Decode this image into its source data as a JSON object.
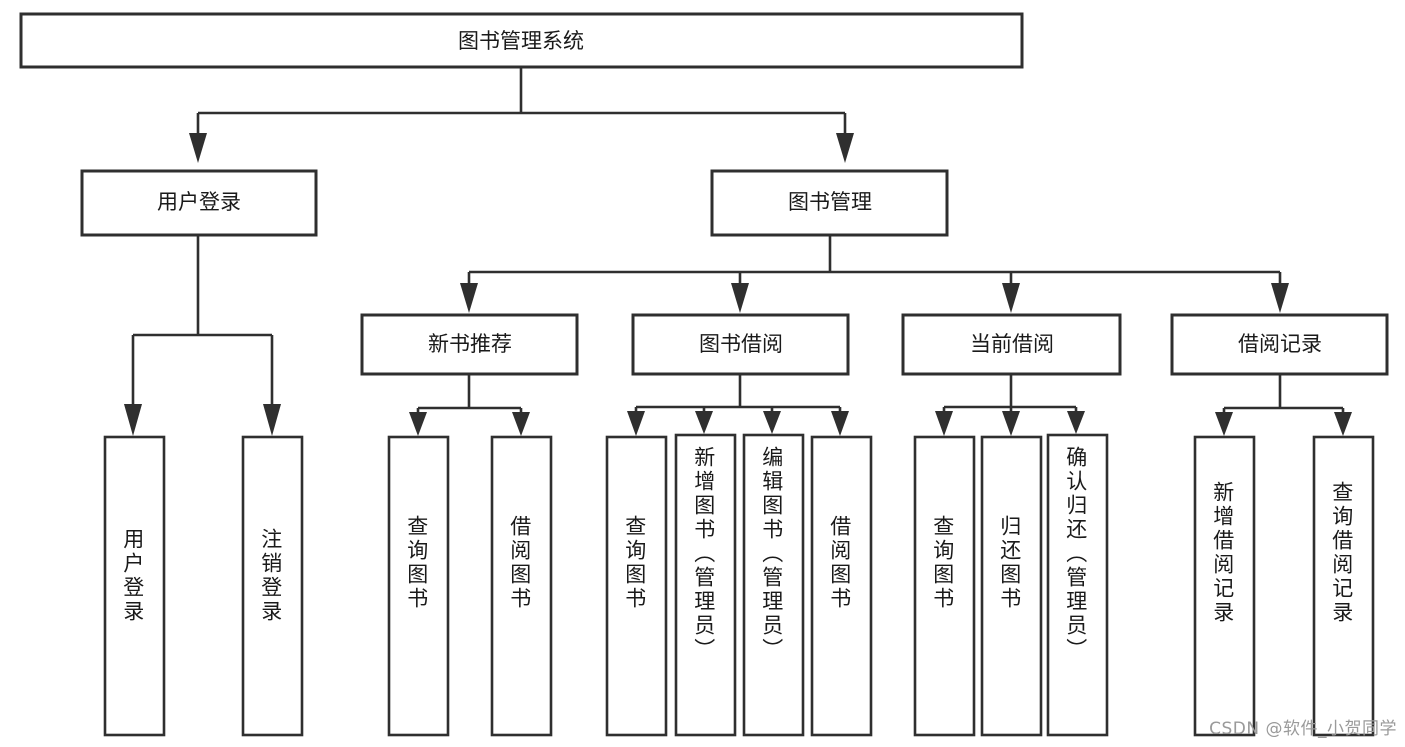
{
  "diagram": {
    "type": "tree-hierarchy",
    "title": "图书管理系统",
    "watermark": "CSDN @软件_小贺同学",
    "colors": {
      "background": "#ffffff",
      "stroke": "#2f2f2f",
      "text": "#1a1a1a",
      "watermark": "#9a9a9a"
    },
    "root": {
      "label": "图书管理系统"
    },
    "level1": [
      {
        "label": "用户登录"
      },
      {
        "label": "图书管理"
      }
    ],
    "level2": [
      {
        "label": "新书推荐"
      },
      {
        "label": "图书借阅"
      },
      {
        "label": "当前借阅"
      },
      {
        "label": "借阅记录"
      }
    ],
    "leaves": {
      "user_login": [
        {
          "label": "用户登录"
        },
        {
          "label": "注销登录"
        }
      ],
      "new_book_recommend": [
        {
          "label": "查询图书"
        },
        {
          "label": "借阅图书"
        }
      ],
      "book_borrow": [
        {
          "label": "查询图书"
        },
        {
          "label": "新增图书（管理员）"
        },
        {
          "label": "编辑图书（管理员）"
        },
        {
          "label": "借阅图书"
        }
      ],
      "current_borrow": [
        {
          "label": "查询图书"
        },
        {
          "label": "归还图书"
        },
        {
          "label": "确认归还（管理员）"
        }
      ],
      "borrow_record": [
        {
          "label": "新增借阅记录"
        },
        {
          "label": "查询借阅记录"
        }
      ]
    }
  }
}
